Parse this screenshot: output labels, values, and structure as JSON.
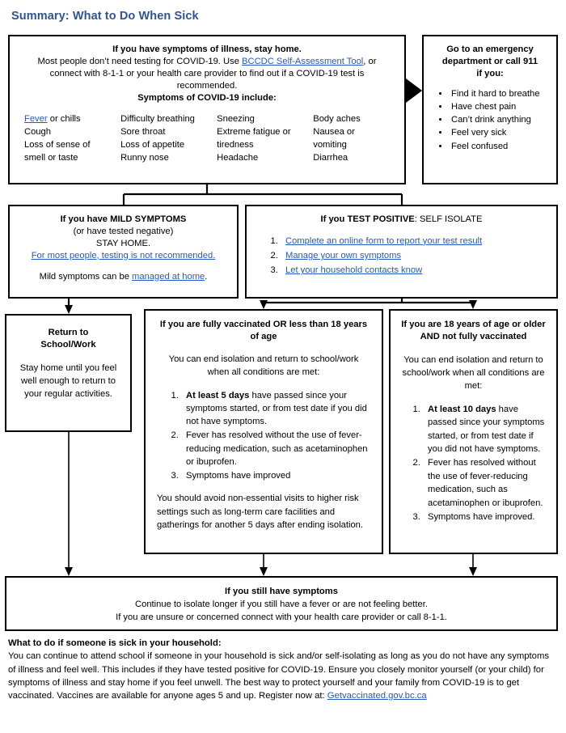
{
  "page": {
    "title": "Summary: What to Do When Sick",
    "title_color": "#2E5496"
  },
  "symptoms_box": {
    "heading": "If you have symptoms of illness, stay home.",
    "line2_pre": "Most people don’t need testing for COVID-19. Use ",
    "line2_link": "BCCDC Self-Assessment Tool",
    "line2_post": ", or",
    "line3": "connect with 8-1-1 or your health care provider to find out if a COVID-19 test is",
    "line4": "recommended.",
    "subheading": "Symptoms of COVID-19 include:",
    "col1": {
      "link": "Fever",
      "rest": " or chills",
      "items": [
        "Cough",
        "Loss of sense of",
        "smell or taste"
      ]
    },
    "col2": [
      "Difficulty breathing",
      "Sore throat",
      "Loss of appetite",
      "Runny nose"
    ],
    "col3": [
      "Sneezing",
      "Extreme fatigue or",
      "tiredness",
      "Headache"
    ],
    "col4": [
      "Body aches",
      "Nausea or",
      "vomiting",
      "Diarrhea"
    ]
  },
  "emergency_box": {
    "heading_line1": "Go to an emergency",
    "heading_line2": "department or call 911",
    "heading_line3": "if you:",
    "items": [
      "Find it hard to breathe",
      "Have chest pain",
      "Can’t drink anything",
      "Feel very sick",
      "Feel confused"
    ]
  },
  "mild_box": {
    "heading": "If you have MILD SYMPTOMS",
    "line2": "(or have tested negative)",
    "line3": "STAY HOME.",
    "link1": "For most people, testing is not recommended.",
    "line5_pre": "Mild symptoms can be ",
    "line5_link": "managed at home",
    "line5_post": "."
  },
  "positive_box": {
    "heading_bold": "If you TEST POSITIVE",
    "heading_rest": ": SELF ISOLATE",
    "items": [
      "Complete an online form to report your test result",
      "Manage your own symptoms",
      "Let your household contacts know"
    ]
  },
  "return_box": {
    "heading_line1": "Return to",
    "heading_line2": "School/Work",
    "body": "Stay home until you feel well enough to return to your regular activities."
  },
  "vaccinated_box": {
    "heading": "If you are fully vaccinated OR less than 18 years of age",
    "subheading": "You can end isolation and return to school/work when all conditions are met:",
    "items": [
      {
        "bold": "At least 5 days",
        "rest": " have passed since your symptoms started, or from test date if you did not have symptoms."
      },
      {
        "bold": "",
        "rest": "Fever has resolved without the use of fever-reducing medication, such as acetaminophen or ibuprofen."
      },
      {
        "bold": "",
        "rest": "Symptoms have improved"
      }
    ],
    "tail": "You should avoid non-essential visits to higher risk settings such as long-term care facilities and gatherings for another 5 days after ending isolation."
  },
  "unvaccinated_box": {
    "heading": "If you are 18 years of age or older AND not fully vaccinated",
    "subheading": "You can end isolation and return to school/work when all conditions are met:",
    "items": [
      {
        "bold": "At least 10 days",
        "rest": " have passed since your symptoms started, or from test date if you did not have symptoms."
      },
      {
        "bold": "",
        "rest": "Fever has resolved without the use of fever-reducing medication, such as acetaminophen or ibuprofen."
      },
      {
        "bold": "",
        "rest": "Symptoms have improved."
      }
    ]
  },
  "still_symptoms_box": {
    "heading": "If you still have symptoms",
    "line2": "Continue to isolate longer if you still have a fever or are not feeling better.",
    "line3": "If you are unsure or concerned connect with your health care provider or call 8-1-1."
  },
  "household": {
    "heading": "What to do if someone is sick in your household:",
    "body": "You can continue to attend school if someone in your household is sick and/or self-isolating as long as you do not have any symptoms of illness and feel well. This includes if they have tested positive for COVID-19. Ensure you closely monitor yourself (or your child) for symptoms of illness and stay home if you feel unwell. The best way to protect yourself and your family from COVID-19 is to get vaccinated. Vaccines are available for anyone ages 5 and up. Register now at: ",
    "link": "Getvaccinated.gov.bc.ca"
  },
  "colors": {
    "link": "#2458c4",
    "title": "#2E5496",
    "border": "#000000"
  }
}
